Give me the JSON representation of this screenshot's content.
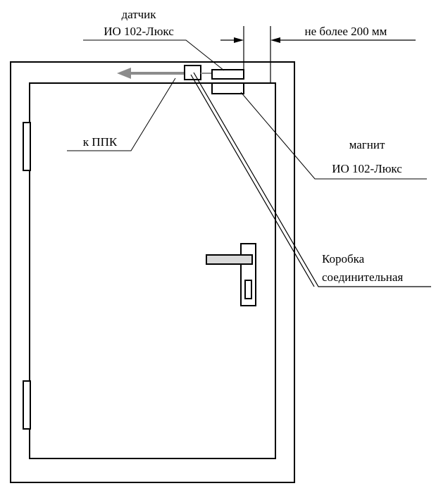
{
  "labels": {
    "sensor_line1": "датчик",
    "sensor_line2": "ИО 102-Люкс",
    "gap_note": "не более 200 мм",
    "to_panel": "к ППК",
    "magnet_line1": "магнит",
    "magnet_line2": "ИО 102-Люкс",
    "box_line1": "Коробка",
    "box_line2": "соединительная"
  },
  "colors": {
    "line": "#000000",
    "cable_arrow": "#8c8c8c",
    "handle_fill": "#d9d9d9",
    "background": "#ffffff"
  }
}
